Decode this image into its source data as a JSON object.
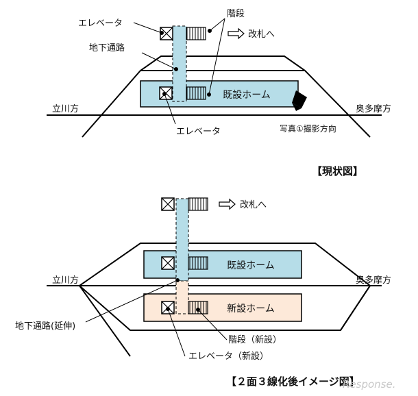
{
  "top": {
    "elevator": "エレベータ",
    "stairs": "階段",
    "to_gate": "改札へ",
    "underpass": "地下通路",
    "existing_platform": "既設ホーム",
    "west": "立川方",
    "east": "奥多摩方",
    "elevator_lower": "エレベータ",
    "photo_direction": "写真①撮影方向",
    "caption": "【現状図】"
  },
  "bottom": {
    "to_gate": "改札へ",
    "existing_platform": "既設ホーム",
    "new_platform": "新設ホーム",
    "west": "立川方",
    "east": "奥多摩方",
    "underpass_ext": "地下通路(延伸)",
    "stairs_new": "階段（新設）",
    "elevator_new": "エレベータ（新設）",
    "caption": "【２面３線化後イメージ図】"
  },
  "watermark": "Response.",
  "colors": {
    "platform_existing": "#b6dde8",
    "platform_new": "#fde9d9",
    "underpass": "#b6dde8",
    "underpass_ext": "#fde9d9",
    "line": "#000000",
    "watermark": "#c8c8c8"
  },
  "icons": [
    "elevator-icon",
    "stairs-icon",
    "arrow-right-icon",
    "camera-icon"
  ]
}
